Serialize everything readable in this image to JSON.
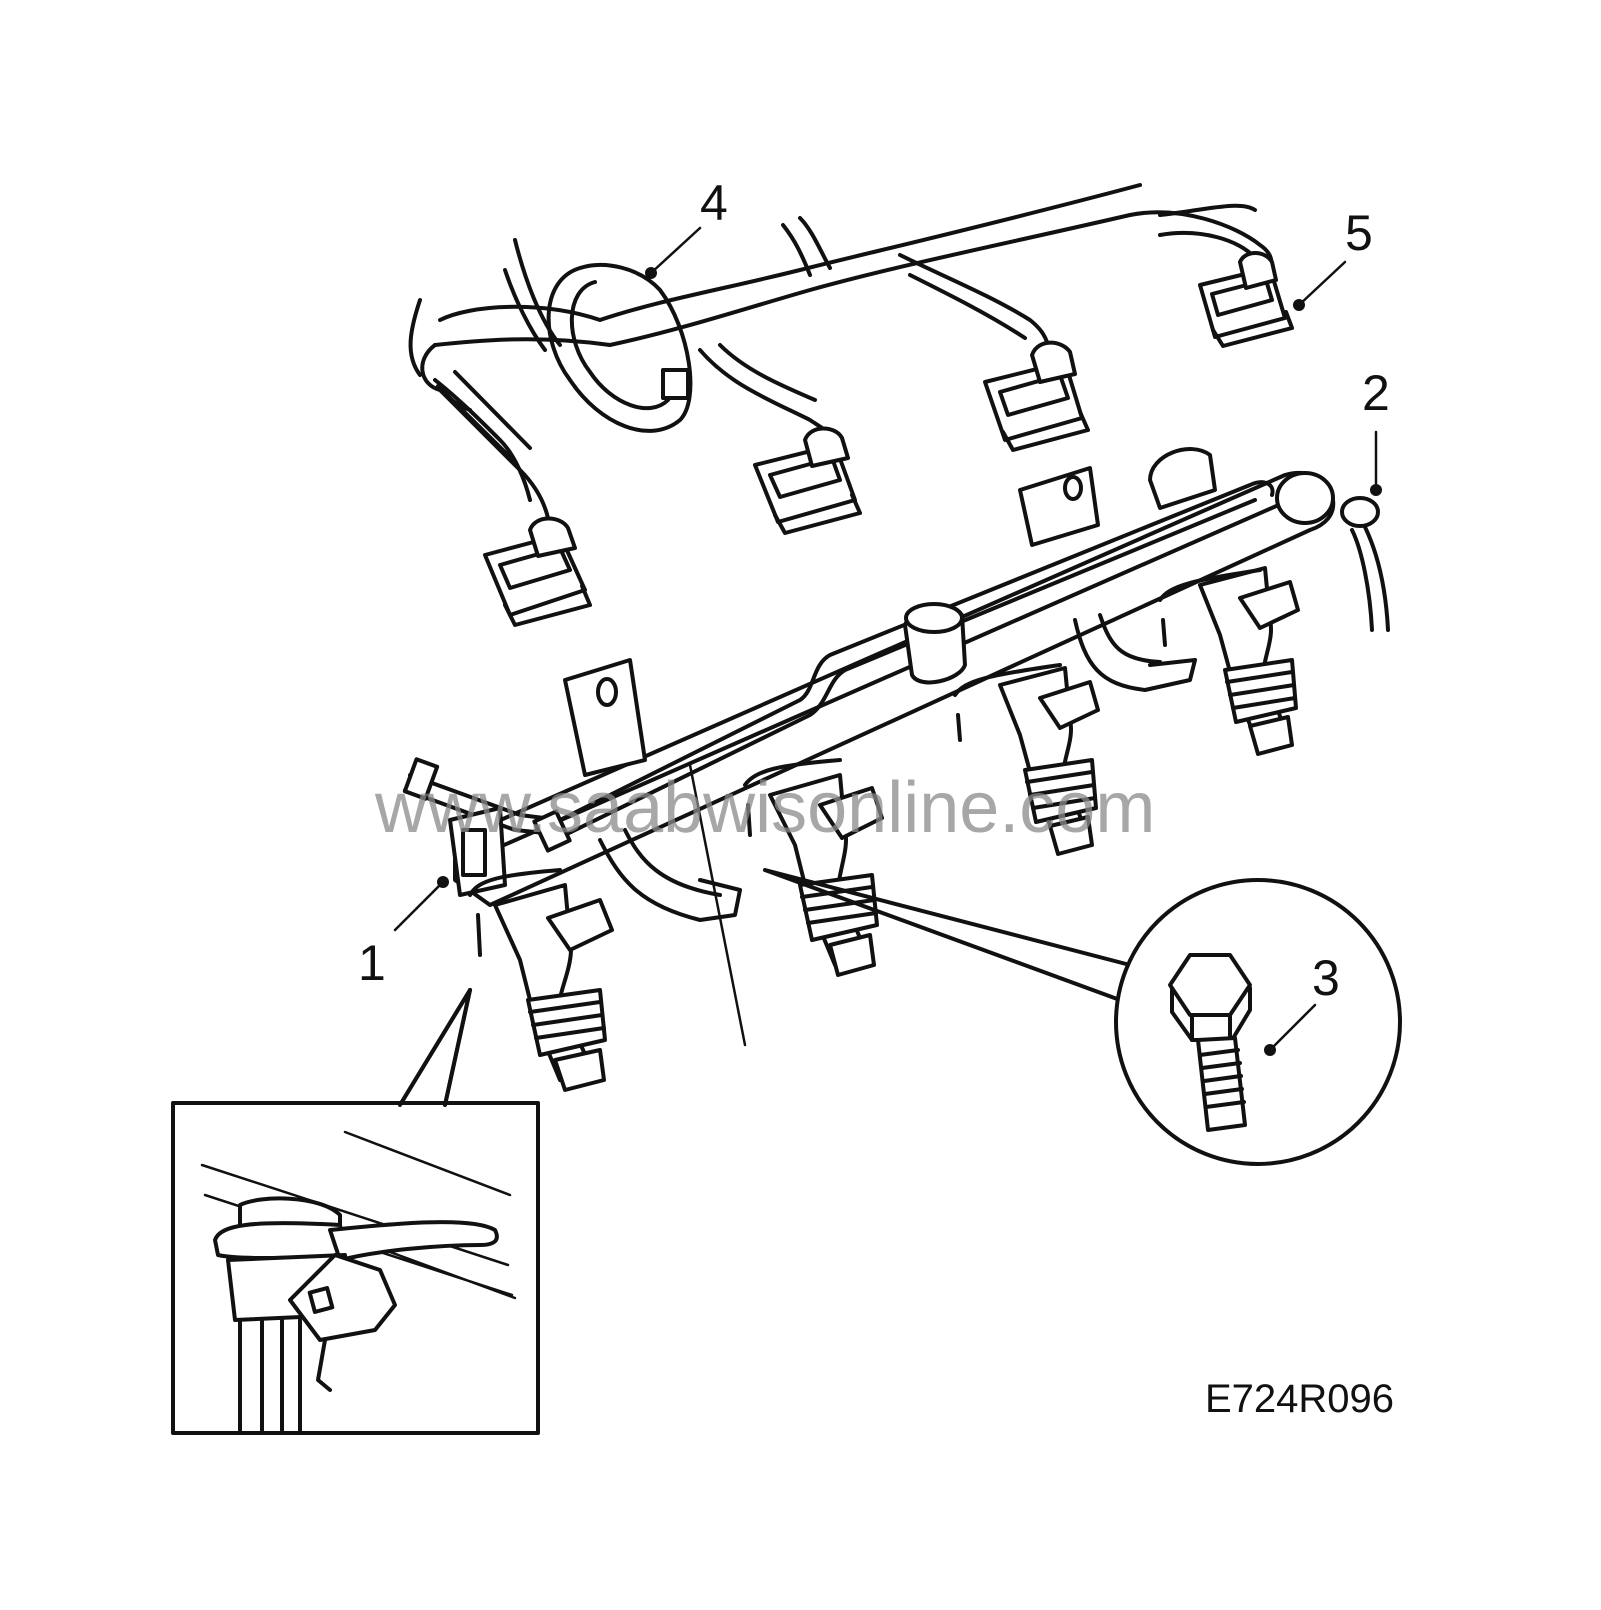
{
  "callouts": {
    "c1": "1",
    "c2": "2",
    "c3": "3",
    "c4": "4",
    "c5": "5"
  },
  "figure_code": "E724R096",
  "watermark": "www.saabwisonline.com",
  "colors": {
    "line": "#111111",
    "watermark": "#8a8a8a",
    "background": "#ffffff"
  }
}
